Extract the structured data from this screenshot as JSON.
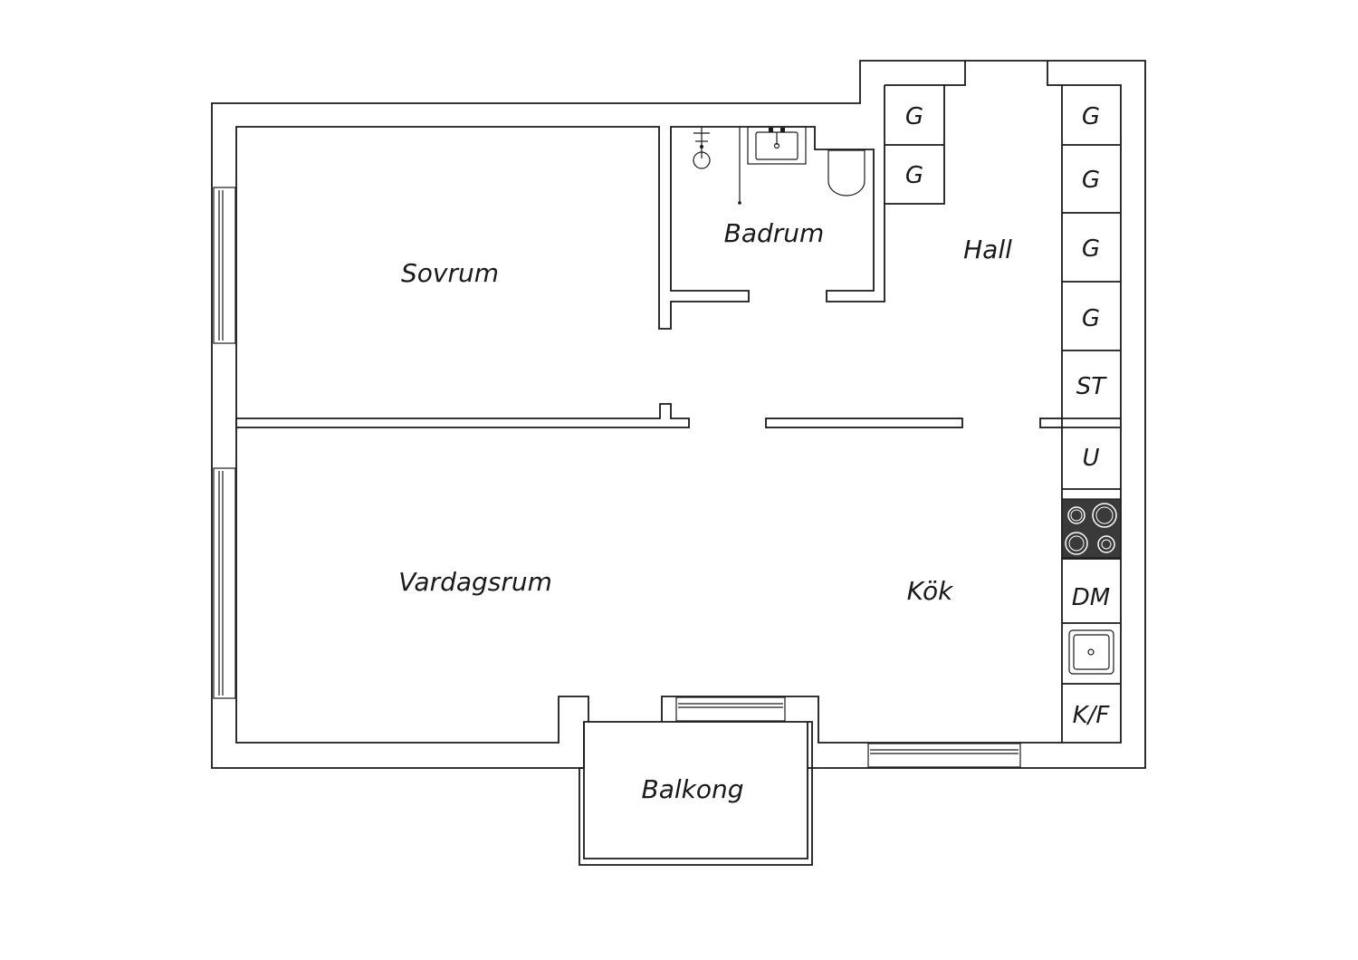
{
  "rooms": {
    "sovrum": "Sovrum",
    "badrum": "Badrum",
    "hall": "Hall",
    "vardagsrum": "Vardagsrum",
    "kok": "Kök",
    "balkong": "Balkong"
  },
  "cabinets": {
    "hall_left_1": "G",
    "hall_left_2": "G",
    "right_1": "G",
    "right_2": "G",
    "right_3": "G",
    "right_4": "G",
    "right_5": "ST",
    "kitchen_1": "U",
    "kitchen_3": "DM",
    "kitchen_5": "K/F"
  },
  "icons": {
    "stove": "stove-icon",
    "kitchen_sink": "kitchen-sink-icon",
    "shower": "shower-icon",
    "bath_sink": "washbasin-icon",
    "toilet": "toilet-icon"
  },
  "colors": {
    "line": "#1a1a1a",
    "background": "#ffffff",
    "stove": "#3a3a3a"
  }
}
